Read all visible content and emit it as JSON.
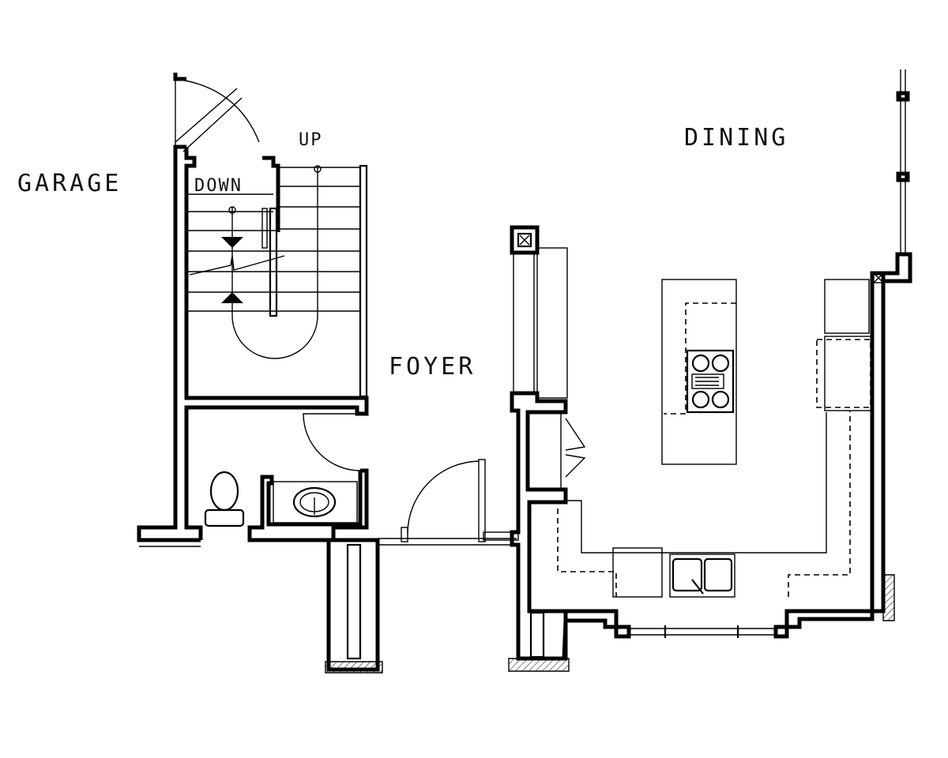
{
  "labels": {
    "garage": "GARAGE",
    "down": "DOWN",
    "up": "UP",
    "dining": "DINING",
    "foyer": "FOYER"
  },
  "colors": {
    "ink": "#000000",
    "paper": "#ffffff"
  }
}
